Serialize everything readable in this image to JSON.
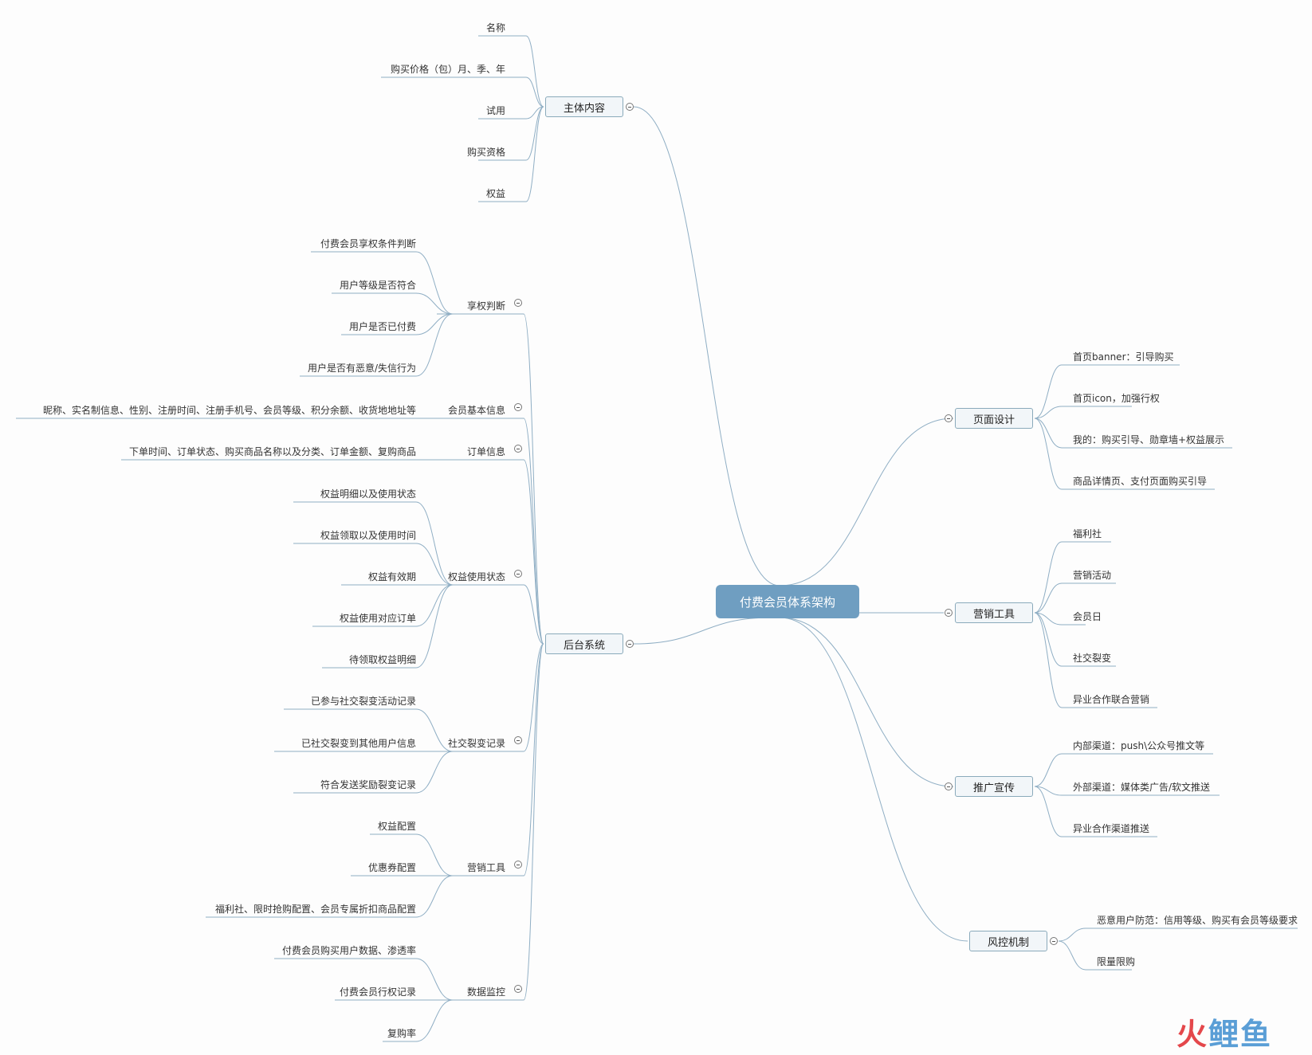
{
  "root": "付费会员体系架构",
  "branches": {
    "main_content": {
      "label": "主体内容",
      "items": [
        "名称",
        "购买价格（包）月、季、年",
        "试用",
        "购买资格",
        "权益"
      ]
    },
    "backend": {
      "label": "后台系统",
      "subs": [
        {
          "label": "享权判断",
          "items": [
            "付费会员享权条件判断",
            "用户等级是否符合",
            "用户是否已付费",
            "用户是否有恶意/失信行为"
          ]
        },
        {
          "label": "会员基本信息",
          "items": [
            "昵称、实名制信息、性别、注册时间、注册手机号、会员等级、积分余额、收货地地址等"
          ]
        },
        {
          "label": "订单信息",
          "items": [
            "下单时间、订单状态、购买商品名称以及分类、订单金额、复购商品"
          ]
        },
        {
          "label": "权益使用状态",
          "items": [
            "权益明细以及使用状态",
            "权益领取以及使用时间",
            "权益有效期",
            "权益使用对应订单",
            "待领取权益明细"
          ]
        },
        {
          "label": "社交裂变记录",
          "items": [
            "已参与社交裂变活动记录",
            "已社交裂变到其他用户信息",
            "符合发送奖励裂变记录"
          ]
        },
        {
          "label": "营销工具",
          "items": [
            "权益配置",
            "优惠券配置",
            "福利社、限时抢购配置、会员专属折扣商品配置"
          ]
        },
        {
          "label": "数据监控",
          "items": [
            "付费会员购买用户数据、渗透率",
            "付费会员行权记录",
            "复购率"
          ]
        }
      ]
    },
    "page_design": {
      "label": "页面设计",
      "items": [
        "首页banner：引导购买",
        "首页icon，加强行权",
        "我的：购买引导、勋章墙+权益展示",
        "商品详情页、支付页面购买引导"
      ]
    },
    "marketing_tools": {
      "label": "营销工具",
      "items": [
        "福利社",
        "营销活动",
        "会员日",
        "社交裂变",
        "异业合作联合营销"
      ]
    },
    "promotion": {
      "label": "推广宣传",
      "items": [
        "内部渠道：push\\公众号推文等",
        "外部渠道：媒体类广告/软文推送",
        "异业合作渠道推送"
      ]
    },
    "risk_control": {
      "label": "风控机制",
      "items": [
        "恶意用户防范：信用等级、购买有会员等级要求",
        "限量限购"
      ]
    }
  },
  "watermark": {
    "chars": [
      "火",
      "鲤",
      "鱼"
    ],
    "colors": [
      "#e4474b",
      "#5a9ed6",
      "#5a9ed6"
    ]
  },
  "colors": {
    "line": "#8faec4",
    "root_fill": "#6f9ec1",
    "node_border": "#8aaabb",
    "node_fill": "#f2f6f9"
  }
}
